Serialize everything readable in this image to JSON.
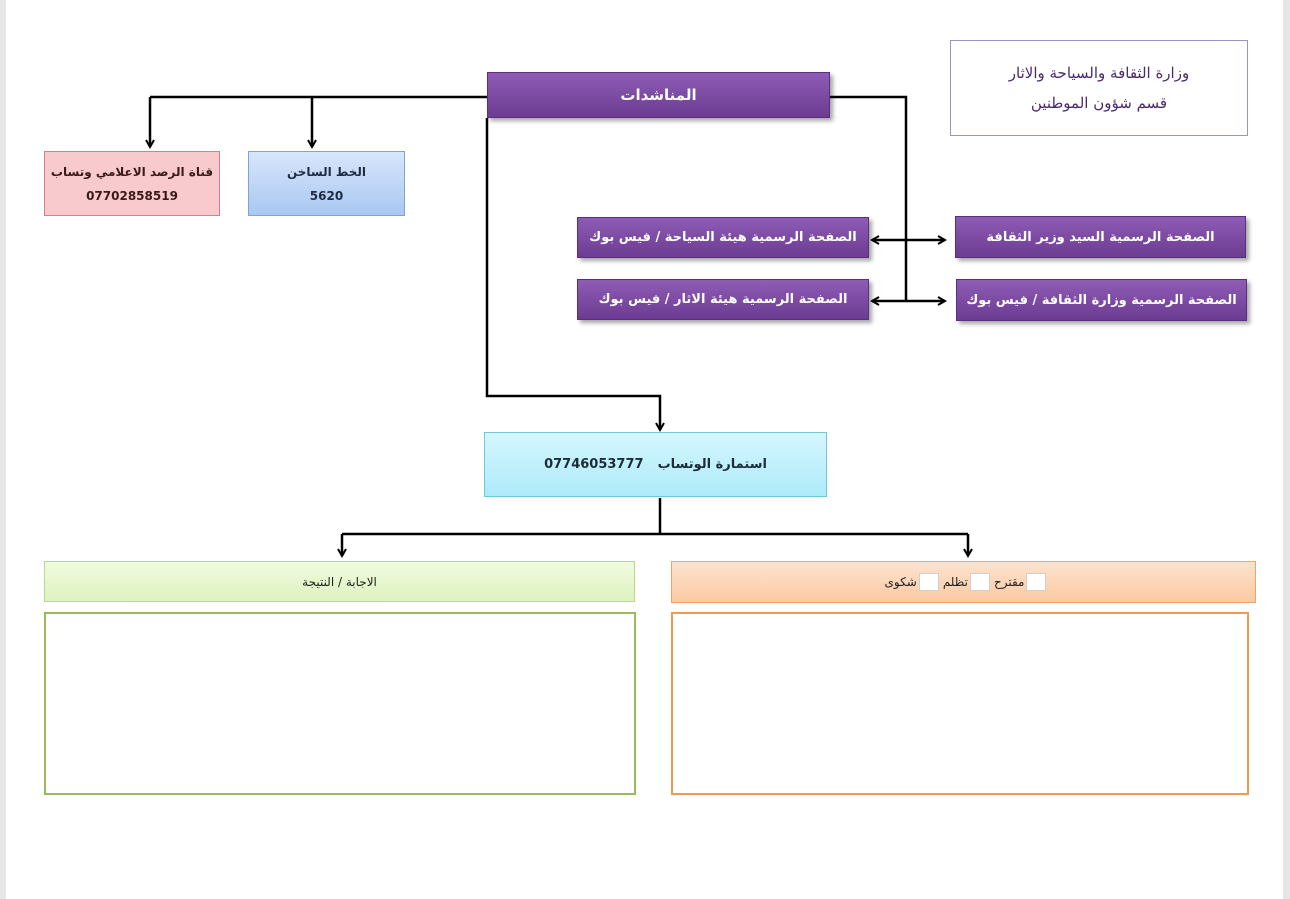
{
  "header": {
    "ministry": "وزارة الثقافة والسياحة والاثار",
    "department": "قسم شؤون الموطنين"
  },
  "root": {
    "label": "المناشدات"
  },
  "channels": {
    "media_monitor": {
      "label": "قناة الرصد الاعلامي وتساب",
      "number": "07702858519"
    },
    "hotline": {
      "label": "الخط الساخن",
      "number": "5620"
    }
  },
  "pages": {
    "minister": "الصفحة الرسمية السيد وزير الثقافة",
    "ministry_facebook": "الصفحة الرسمية وزارة الثقافة / فيس بوك",
    "tourism_facebook": "الصفحة الرسمية هيئة السياحة / فيس بوك",
    "antiquities_facebook": "الصفحة الرسمية هيئة الاثار / فيس بوك"
  },
  "whatsapp_form": {
    "label": "استمارة الوتساب",
    "number": "07746053777"
  },
  "answer_section": {
    "label": "الاجابة / النتيجة"
  },
  "request_section": {
    "options": [
      "مقترح",
      "تظلم",
      "شكوى"
    ]
  },
  "colors": {
    "purple_box": "#7a47a0",
    "red_box": "#f8c9cd",
    "blue_box": "#b9d3f5",
    "cyan_box": "#c3f1fc",
    "green_border": "#9bbb59",
    "orange_border": "#f39a4c"
  }
}
